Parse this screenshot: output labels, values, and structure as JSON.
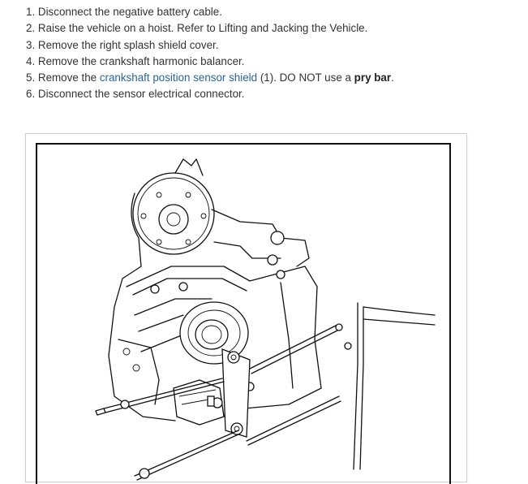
{
  "steps": [
    {
      "number": "1.",
      "text": "Disconnect the negative battery cable."
    },
    {
      "number": "2.",
      "text": "Raise the vehicle on a hoist. Refer to Lifting and Jacking the Vehicle."
    },
    {
      "number": "3.",
      "text": "Remove the right splash shield cover."
    },
    {
      "number": "4.",
      "text": "Remove the crankshaft harmonic balancer."
    },
    {
      "number": "5.",
      "text_before": "Remove the ",
      "link": "crankshaft position sensor shield",
      "text_middle": " (1). DO NOT use a ",
      "bold": "pry bar",
      "text_after": "."
    },
    {
      "number": "6.",
      "text": "Disconnect the sensor electrical connector."
    }
  ],
  "colors": {
    "text": "#333333",
    "link": "#2a6496"
  },
  "figure": {
    "subject": "engine front with crankshaft position sensor shield removal"
  }
}
